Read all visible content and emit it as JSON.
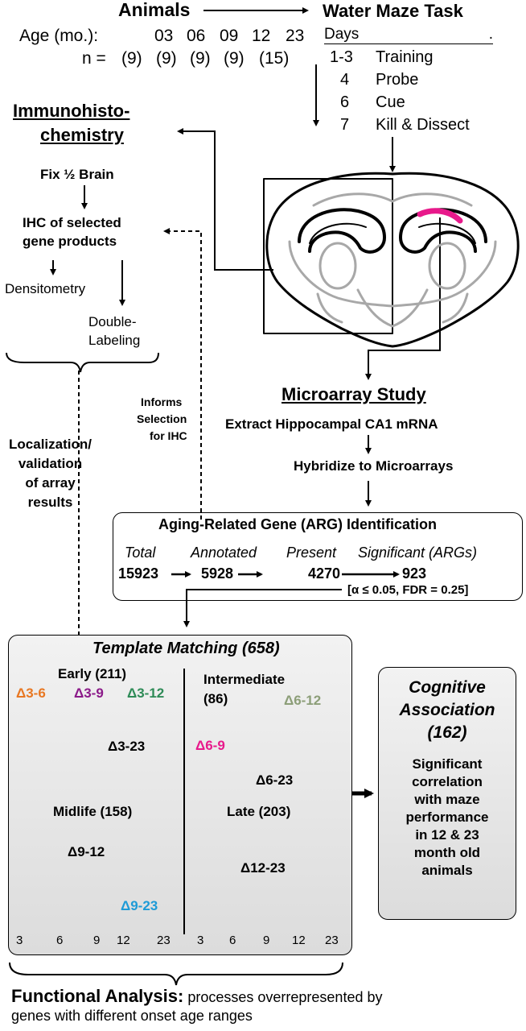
{
  "header": {
    "animals": "Animals",
    "water_maze": "Water Maze Task",
    "age_label": "Age (mo.):",
    "ages": [
      "03",
      "06",
      "09",
      "12",
      "23"
    ],
    "n_label": "n =",
    "ns": [
      "(9)",
      "(9)",
      "(9)",
      "(9)",
      "(15)"
    ]
  },
  "maze": {
    "days_label": "Days",
    "days_dot": ".",
    "rows": [
      {
        "day": "1-3",
        "task": "Training"
      },
      {
        "day": "4",
        "task": "Probe"
      },
      {
        "day": "6",
        "task": "Cue"
      },
      {
        "day": "7",
        "task": "Kill & Dissect"
      }
    ]
  },
  "ihc": {
    "title_line1": "Immunohisto-",
    "title_line2": "chemistry",
    "fix": "Fix ½ Brain",
    "ihc_line1": "IHC of selected",
    "ihc_line2": "gene products",
    "densitometry": "Densitometry",
    "double1": "Double-",
    "double2": "Labeling",
    "localization": [
      "Localization/",
      "validation",
      "of array",
      "results"
    ],
    "informs": [
      "Informs",
      "Selection",
      "for IHC"
    ]
  },
  "microarray": {
    "title": "Microarray Study",
    "extract": "Extract Hippocampal CA1 mRNA",
    "hybridize": "Hybridize to Microarrays"
  },
  "arg": {
    "title": "Aging-Related Gene (ARG) Identification",
    "headers": [
      "Total",
      "Annotated",
      "Present",
      "Significant (ARGs)"
    ],
    "values": [
      "15923",
      "5928",
      "4270",
      "923"
    ],
    "note": "[α ≤ 0.05, FDR = 0.25]"
  },
  "template": {
    "title": "Template Matching (658)",
    "panels": {
      "early": {
        "title": "Early (211)",
        "labels": [
          "Δ3-6",
          "Δ3-9",
          "Δ3-12",
          "Δ3-23"
        ],
        "colors": [
          "#e87722",
          "#8b1a89",
          "#2e8b57",
          "#000000"
        ]
      },
      "intermediate": {
        "title_line1": "Intermediate",
        "title_line2": "(86)",
        "labels": [
          "Δ6-9",
          "Δ6-12",
          "Δ6-23"
        ],
        "colors": [
          "#e8198b",
          "#8c9e78",
          "#000000"
        ]
      },
      "midlife": {
        "title": "Midlife (158)",
        "labels": [
          "Δ9-12",
          "Δ9-23"
        ],
        "colors": [
          "#000000",
          "#1e9bd7"
        ]
      },
      "late": {
        "title": "Late (203)",
        "labels": [
          "Δ12-23"
        ],
        "colors": [
          "#000000"
        ]
      }
    },
    "x_ticks": [
      "3",
      "6",
      "9",
      "12",
      "23"
    ]
  },
  "cognitive": {
    "title": [
      "Cognitive",
      "Association",
      "(162)"
    ],
    "body": [
      "Significant",
      "correlation",
      "with maze",
      "performance",
      "in 12 & 23",
      "month old",
      "animals"
    ]
  },
  "footer": {
    "label": "Functional Analysis:",
    "text_line1": "processes overrepresented by",
    "text_line2": "genes with different onset age ranges"
  },
  "colors": {
    "hippocampus_highlight": "#e8198b",
    "brain_outline_gray": "#a8a8a8"
  }
}
